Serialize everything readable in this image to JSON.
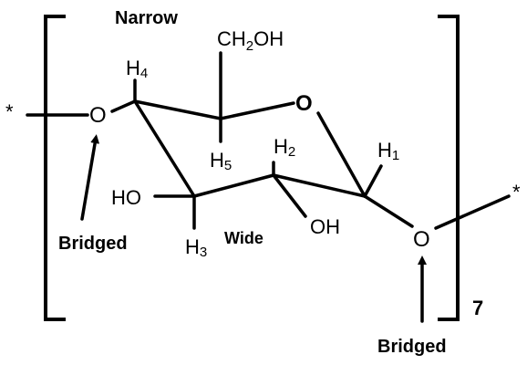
{
  "labels": {
    "narrow": "Narrow",
    "wide": "Wide",
    "bridged_left": "Bridged",
    "bridged_right": "Bridged",
    "repeat_count": "7",
    "star_left": "*",
    "star_right": "*"
  },
  "atoms": {
    "ring_oxygen": "O",
    "left_oxygen": "O",
    "right_oxygen": "O",
    "ch2oh": "CH",
    "ch2oh_sub": "2",
    "ch2oh_tail": "OH",
    "ho_c3": "HO",
    "oh_c2": "OH",
    "h1": "H",
    "h1_sub": "1",
    "h2": "H",
    "h2_sub": "2",
    "h3": "H",
    "h3_sub": "3",
    "h4": "H",
    "h4_sub": "4",
    "h5": "H",
    "h5_sub": "5"
  }
}
